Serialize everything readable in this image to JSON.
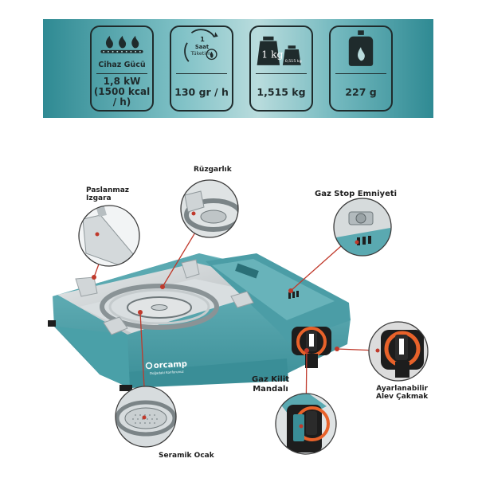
{
  "specs": [
    {
      "icon": "flame-burner-icon",
      "label": "Cihaz Gücü",
      "value_line1": "1,8 kW",
      "value_line2": "(1500 kcal / h)"
    },
    {
      "icon": "hour-consumption-icon",
      "icon_text_top": "1",
      "icon_text_mid": "Saat",
      "icon_text_bottom": "Tüketim",
      "value_line1": "130 gr / h"
    },
    {
      "icon": "weight-icon",
      "weight_big": "1 kg",
      "weight_small": "0,515 kg",
      "value_line1": "1,515 kg"
    },
    {
      "icon": "gas-cylinder-icon",
      "value_line1": "227 g"
    }
  ],
  "callouts": {
    "grate": "Paslanmaz\nIzgara",
    "wind": "Rüzgarlık",
    "gas_stop": "Gaz Stop Emniyeti",
    "gas_lock": "Gaz Kilit\nMandalı",
    "igniter": "Ayarlanabilir\nAlev Çakmak",
    "ceramic": "Seramik Ocak"
  },
  "brand": {
    "name": "orcamp",
    "tagline": "Doğadaki Konforunuz"
  },
  "colors": {
    "teal": "#3e97a0",
    "steel": "#c9cfd2",
    "dark": "#1f2b2c",
    "accent_red": "#c0392b",
    "orange": "#e8622a"
  }
}
